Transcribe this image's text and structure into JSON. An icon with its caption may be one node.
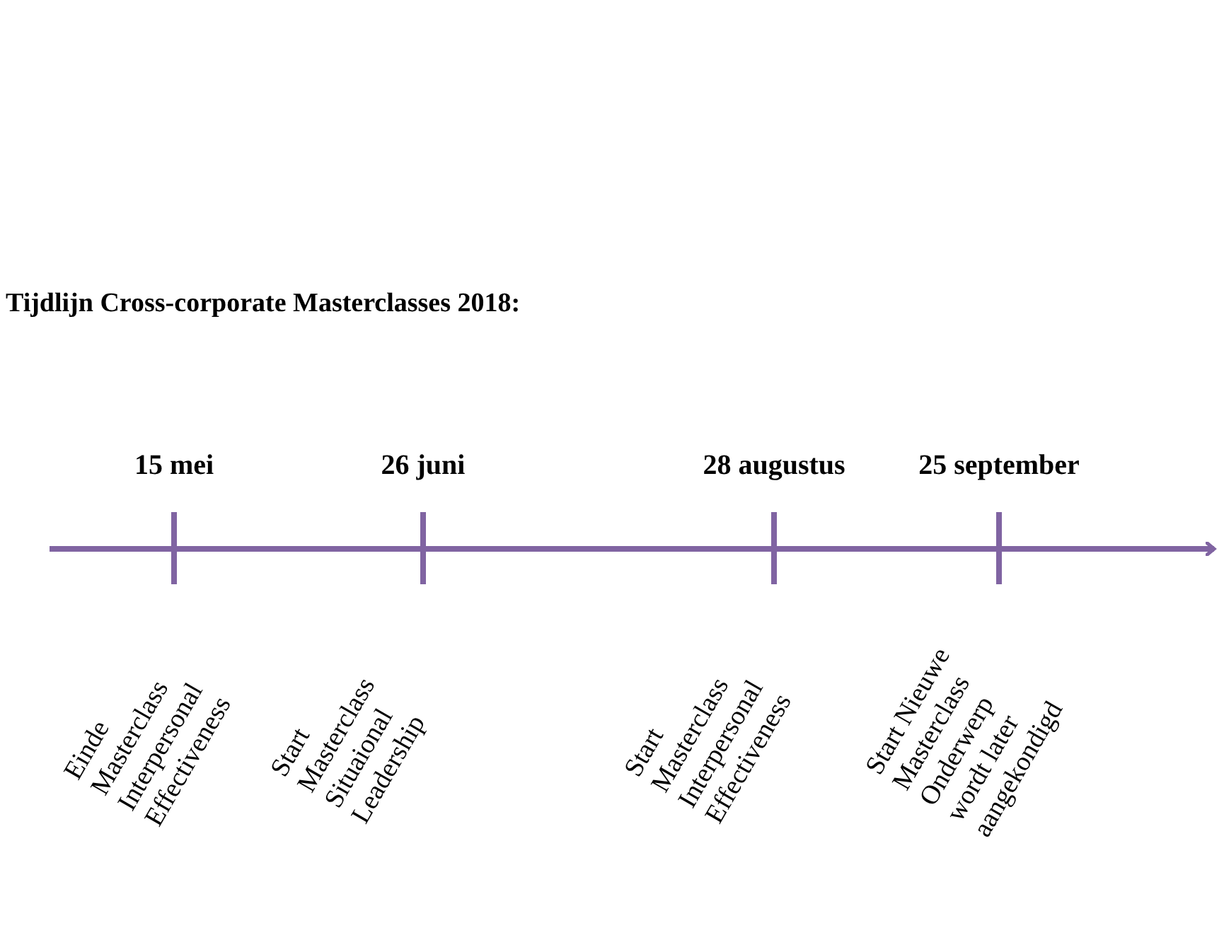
{
  "diagram": {
    "title": "Tijdlijn Cross-corporate Masterclasses 2018:",
    "labels": [
      "15 mei",
      "26 juni",
      "28 augustus",
      "25 september",
      "Einde Masterclass Interpersonal Effectiveness",
      "Start Masterclass Situaional Leadership",
      "Start Masterclass Interpersonal Effectiveness",
      "Start Nieuwe Masterclass Onderwerp wordt later aangekondigd"
    ]
  }
}
